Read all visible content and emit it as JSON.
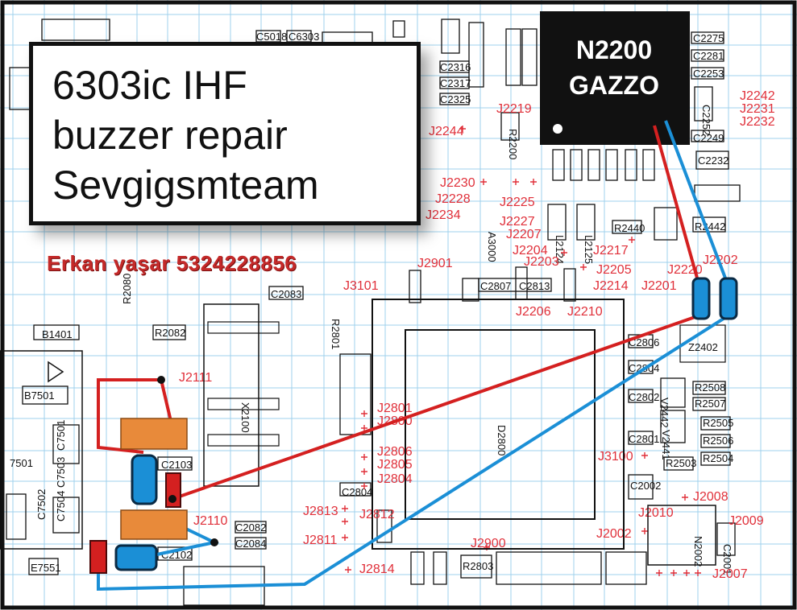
{
  "title_lines": [
    "6303ic IHF",
    "buzzer repair",
    "Sevgigsmteam"
  ],
  "credit": "Erkan yaşar 5324228856",
  "chip": {
    "line1": "N2200",
    "line2": "GAZZO"
  },
  "colors": {
    "wire_red": "#d42020",
    "wire_blue": "#1b8fd6",
    "pad_orange": "#e88a3a",
    "grid": "#9fd1ec",
    "label_red": "#e0303a"
  },
  "red_labels": [
    "J2111",
    "J2110",
    "J2813",
    "J2812",
    "J2811",
    "J2814",
    "J2900",
    "J2801",
    "J2800",
    "J2806",
    "J2805",
    "J2804",
    "J3101",
    "J2901",
    "J2206",
    "J2210",
    "J2214",
    "J2201",
    "J2205",
    "J2217",
    "J2203",
    "J2204",
    "J2207",
    "J2227",
    "J2225",
    "J2230",
    "J2228",
    "J2219",
    "J2220",
    "J2202",
    "J2242",
    "J2231",
    "J2232",
    "J3100",
    "J2008",
    "J2010",
    "J2009",
    "J2002",
    "J2007",
    "J2244",
    "J2234"
  ],
  "black_labels": [
    "B1401",
    "B7501",
    "C2083",
    "R2082",
    "R2080",
    "C2103",
    "C2102",
    "C2082",
    "C2084",
    "D2800",
    "N2002",
    "Z2402",
    "R2508",
    "R2507",
    "R2505",
    "R2506",
    "R2503",
    "R2504",
    "V2442",
    "V2441",
    "C2275",
    "C2281",
    "C2253",
    "C2252",
    "C2249",
    "C2232",
    "R2440",
    "R2442",
    "C2316",
    "C2317",
    "C2325",
    "R2200",
    "L2124",
    "L2125",
    "A3000",
    "C2807",
    "C2813",
    "C2806",
    "C2804",
    "C2802",
    "C2801",
    "R2803",
    "C2002",
    "C2001",
    "E7551",
    "C7501",
    "C7503",
    "C7504",
    "C7502",
    "7501",
    "X2100",
    "C5018",
    "C6303",
    "R2801",
    "C2804"
  ]
}
